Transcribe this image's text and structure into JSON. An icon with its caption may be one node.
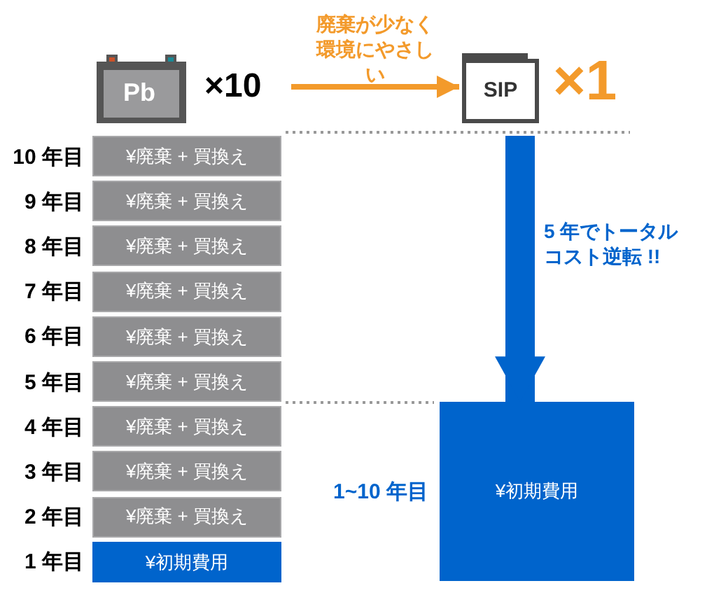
{
  "diagram": {
    "nodes": [
      {
        "text": [
          "Pb"
        ],
        "beside": [
          "×10"
        ]
      },
      {
        "text": [
          "SIP"
        ],
        "beside": [
          "×1"
        ]
      },
      {
        "text": [
          "¥廃棄 + 買換え"
        ],
        "beside": [
          "10 年目"
        ]
      },
      {
        "text": [
          "¥廃棄 + 買換え"
        ],
        "beside": [
          "9 年目"
        ]
      },
      {
        "text": [
          "¥廃棄 + 買換え"
        ],
        "beside": [
          "8 年目"
        ]
      },
      {
        "text": [
          "¥廃棄 + 買換え"
        ],
        "beside": [
          "7 年目"
        ]
      },
      {
        "text": [
          "¥廃棄 + 買換え"
        ],
        "beside": [
          "6 年目"
        ]
      },
      {
        "text": [
          "¥廃棄 + 買換え"
        ],
        "beside": [
          "5 年目"
        ]
      },
      {
        "text": [
          "¥廃棄 + 買換え"
        ],
        "beside": [
          "4 年目"
        ]
      },
      {
        "text": [
          "¥廃棄 + 買換え"
        ],
        "beside": [
          "3 年目"
        ]
      },
      {
        "text": [
          "¥廃棄 + 買換え"
        ],
        "beside": [
          "2 年目"
        ]
      },
      {
        "text": [
          "¥初期費用"
        ],
        "beside": [
          "1 年目"
        ]
      },
      {
        "text": [
          "¥初期費用"
        ],
        "beside": [
          "1~10 年目"
        ]
      }
    ],
    "edges": [
      {
        "from": 0,
        "to": 1,
        "arrow": "to",
        "label": "廃棄が少なく環境にやさしい",
        "color": "#f39a2b"
      },
      {
        "from": 1,
        "to": 12,
        "arrow": "to",
        "label": "5 年でトータルコスト逆転 !!",
        "style": "thick",
        "color": "#0064cc"
      }
    ]
  }
}
